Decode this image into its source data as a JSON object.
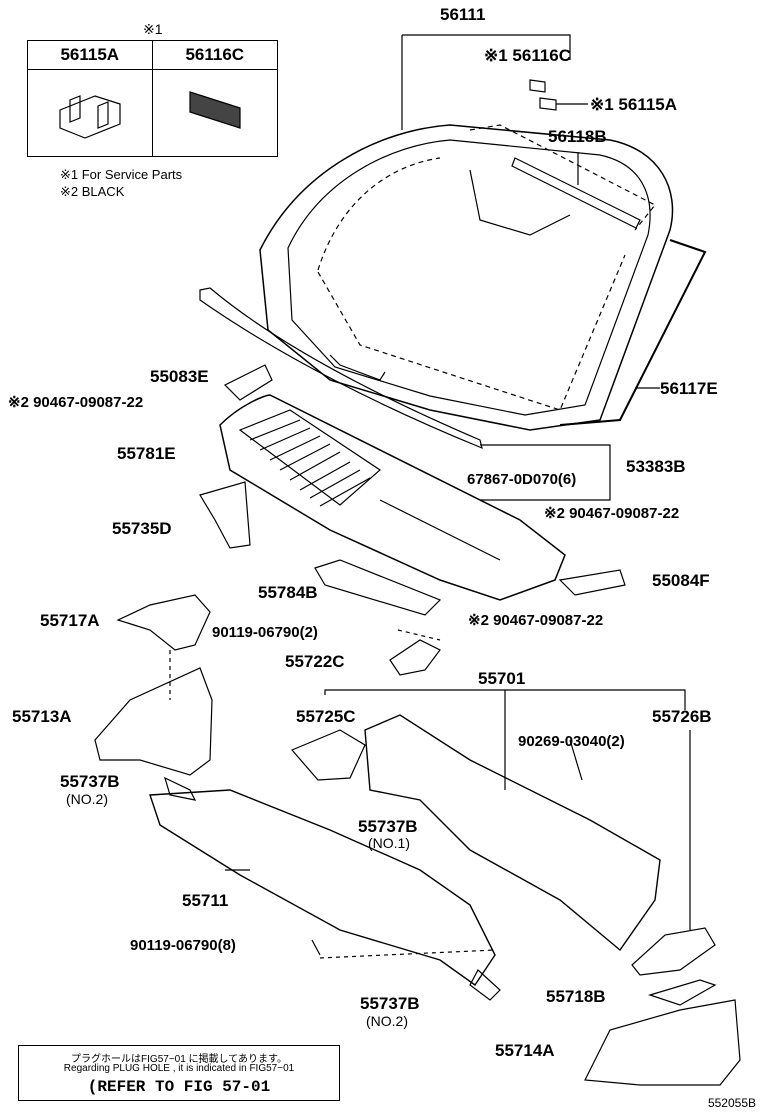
{
  "legend": {
    "header_mark": "※1",
    "col1": "56115A",
    "col2": "56116C",
    "note1": "※1 For Service Parts",
    "note2": "※2 BLACK"
  },
  "labels": {
    "p56111": "56111",
    "p56116C": "※1 56116C",
    "p56115A": "※1 56115A",
    "p56118B": "56118B",
    "p56117E": "56117E",
    "p55083E": "55083E",
    "p90467a": "※2 90467-09087-22",
    "p55781E": "55781E",
    "p53383B": "53383B",
    "p67867": "67867-0D070(6)",
    "p90467b": "※2 90467-09087-22",
    "p55735D": "55735D",
    "p55784B": "55784B",
    "p55084F": "55084F",
    "p55717A": "55717A",
    "p90119a": "90119-06790(2)",
    "p90467c": "※2 90467-09087-22",
    "p55722C": "55722C",
    "p55701": "55701",
    "p55713A": "55713A",
    "p55725C": "55725C",
    "p55726B": "55726B",
    "p90269": "90269-03040(2)",
    "p55737B2": "55737B",
    "p55737B2_sub": "(NO.2)",
    "p55737B1": "55737B",
    "p55737B1_sub": "(NO.1)",
    "p55711": "55711",
    "p90119b": "90119-06790(8)",
    "p55737B3": "55737B",
    "p55737B3_sub": "(NO.2)",
    "p55718B": "55718B",
    "p55714A": "55714A"
  },
  "reference": {
    "line1": "プラグホールはFIG57−01 に掲載してあります。",
    "line2": "Regarding PLUG HOLE , it is indicated in FIG57−01",
    "line3": "(REFER TO FIG 57-01"
  },
  "image_code": "552055B"
}
